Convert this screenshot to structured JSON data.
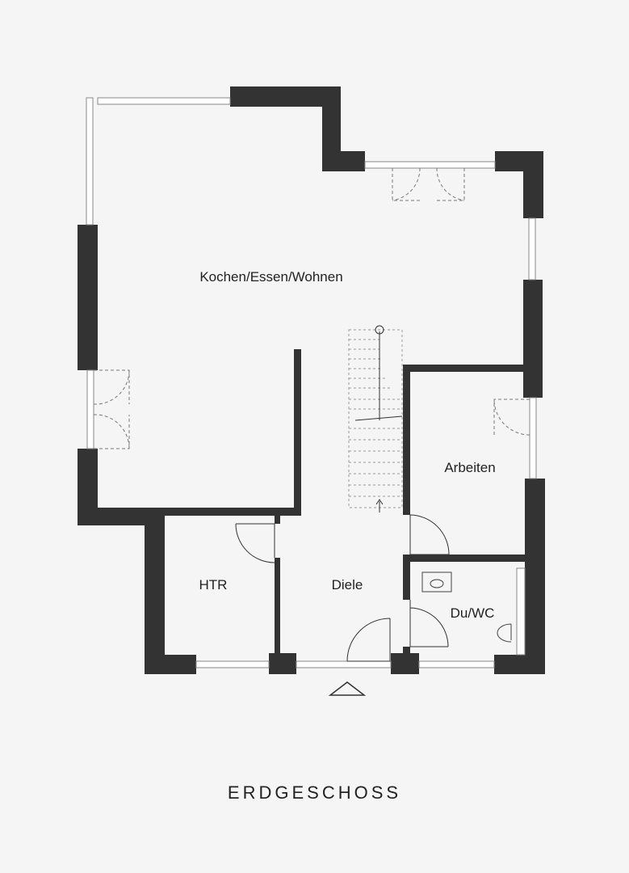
{
  "title": "ERDGESCHOSS",
  "rooms": {
    "kochen_essen_wohnen": "Kochen/Essen/Wohnen",
    "arbeiten": "Arbeiten",
    "htr": "HTR",
    "diele": "Diele",
    "du_wc": "Du/WC"
  },
  "colors": {
    "wall": "#333333",
    "background": "#f5f5f5",
    "window": "#ffffff"
  },
  "icons": [
    "entrance-triangle-icon",
    "toilet-icon",
    "washbasin-icon"
  ]
}
